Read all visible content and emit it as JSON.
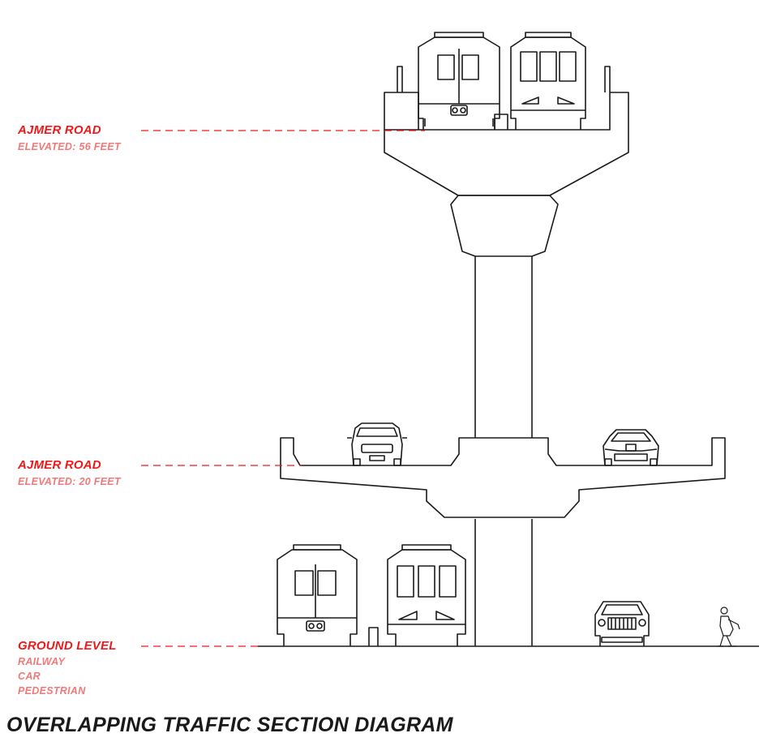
{
  "levels": {
    "upper": {
      "name": "AJMER ROAD",
      "detail": "ELEVATED: 56 FEET"
    },
    "middle": {
      "name": "AJMER ROAD",
      "detail": "ELEVATED: 20 FEET"
    },
    "ground": {
      "name": "GROUND LEVEL",
      "modes": [
        "RAILWAY",
        "CAR",
        "PEDESTRIAN"
      ]
    }
  },
  "title": "OVERLAPPING TRAFFIC SECTION DIAGRAM",
  "colors": {
    "leader": "#f01818",
    "label": "#f01818",
    "sublabel": "#f07a7a",
    "line": "#1a1a1a",
    "title": "#1a1a1a"
  }
}
